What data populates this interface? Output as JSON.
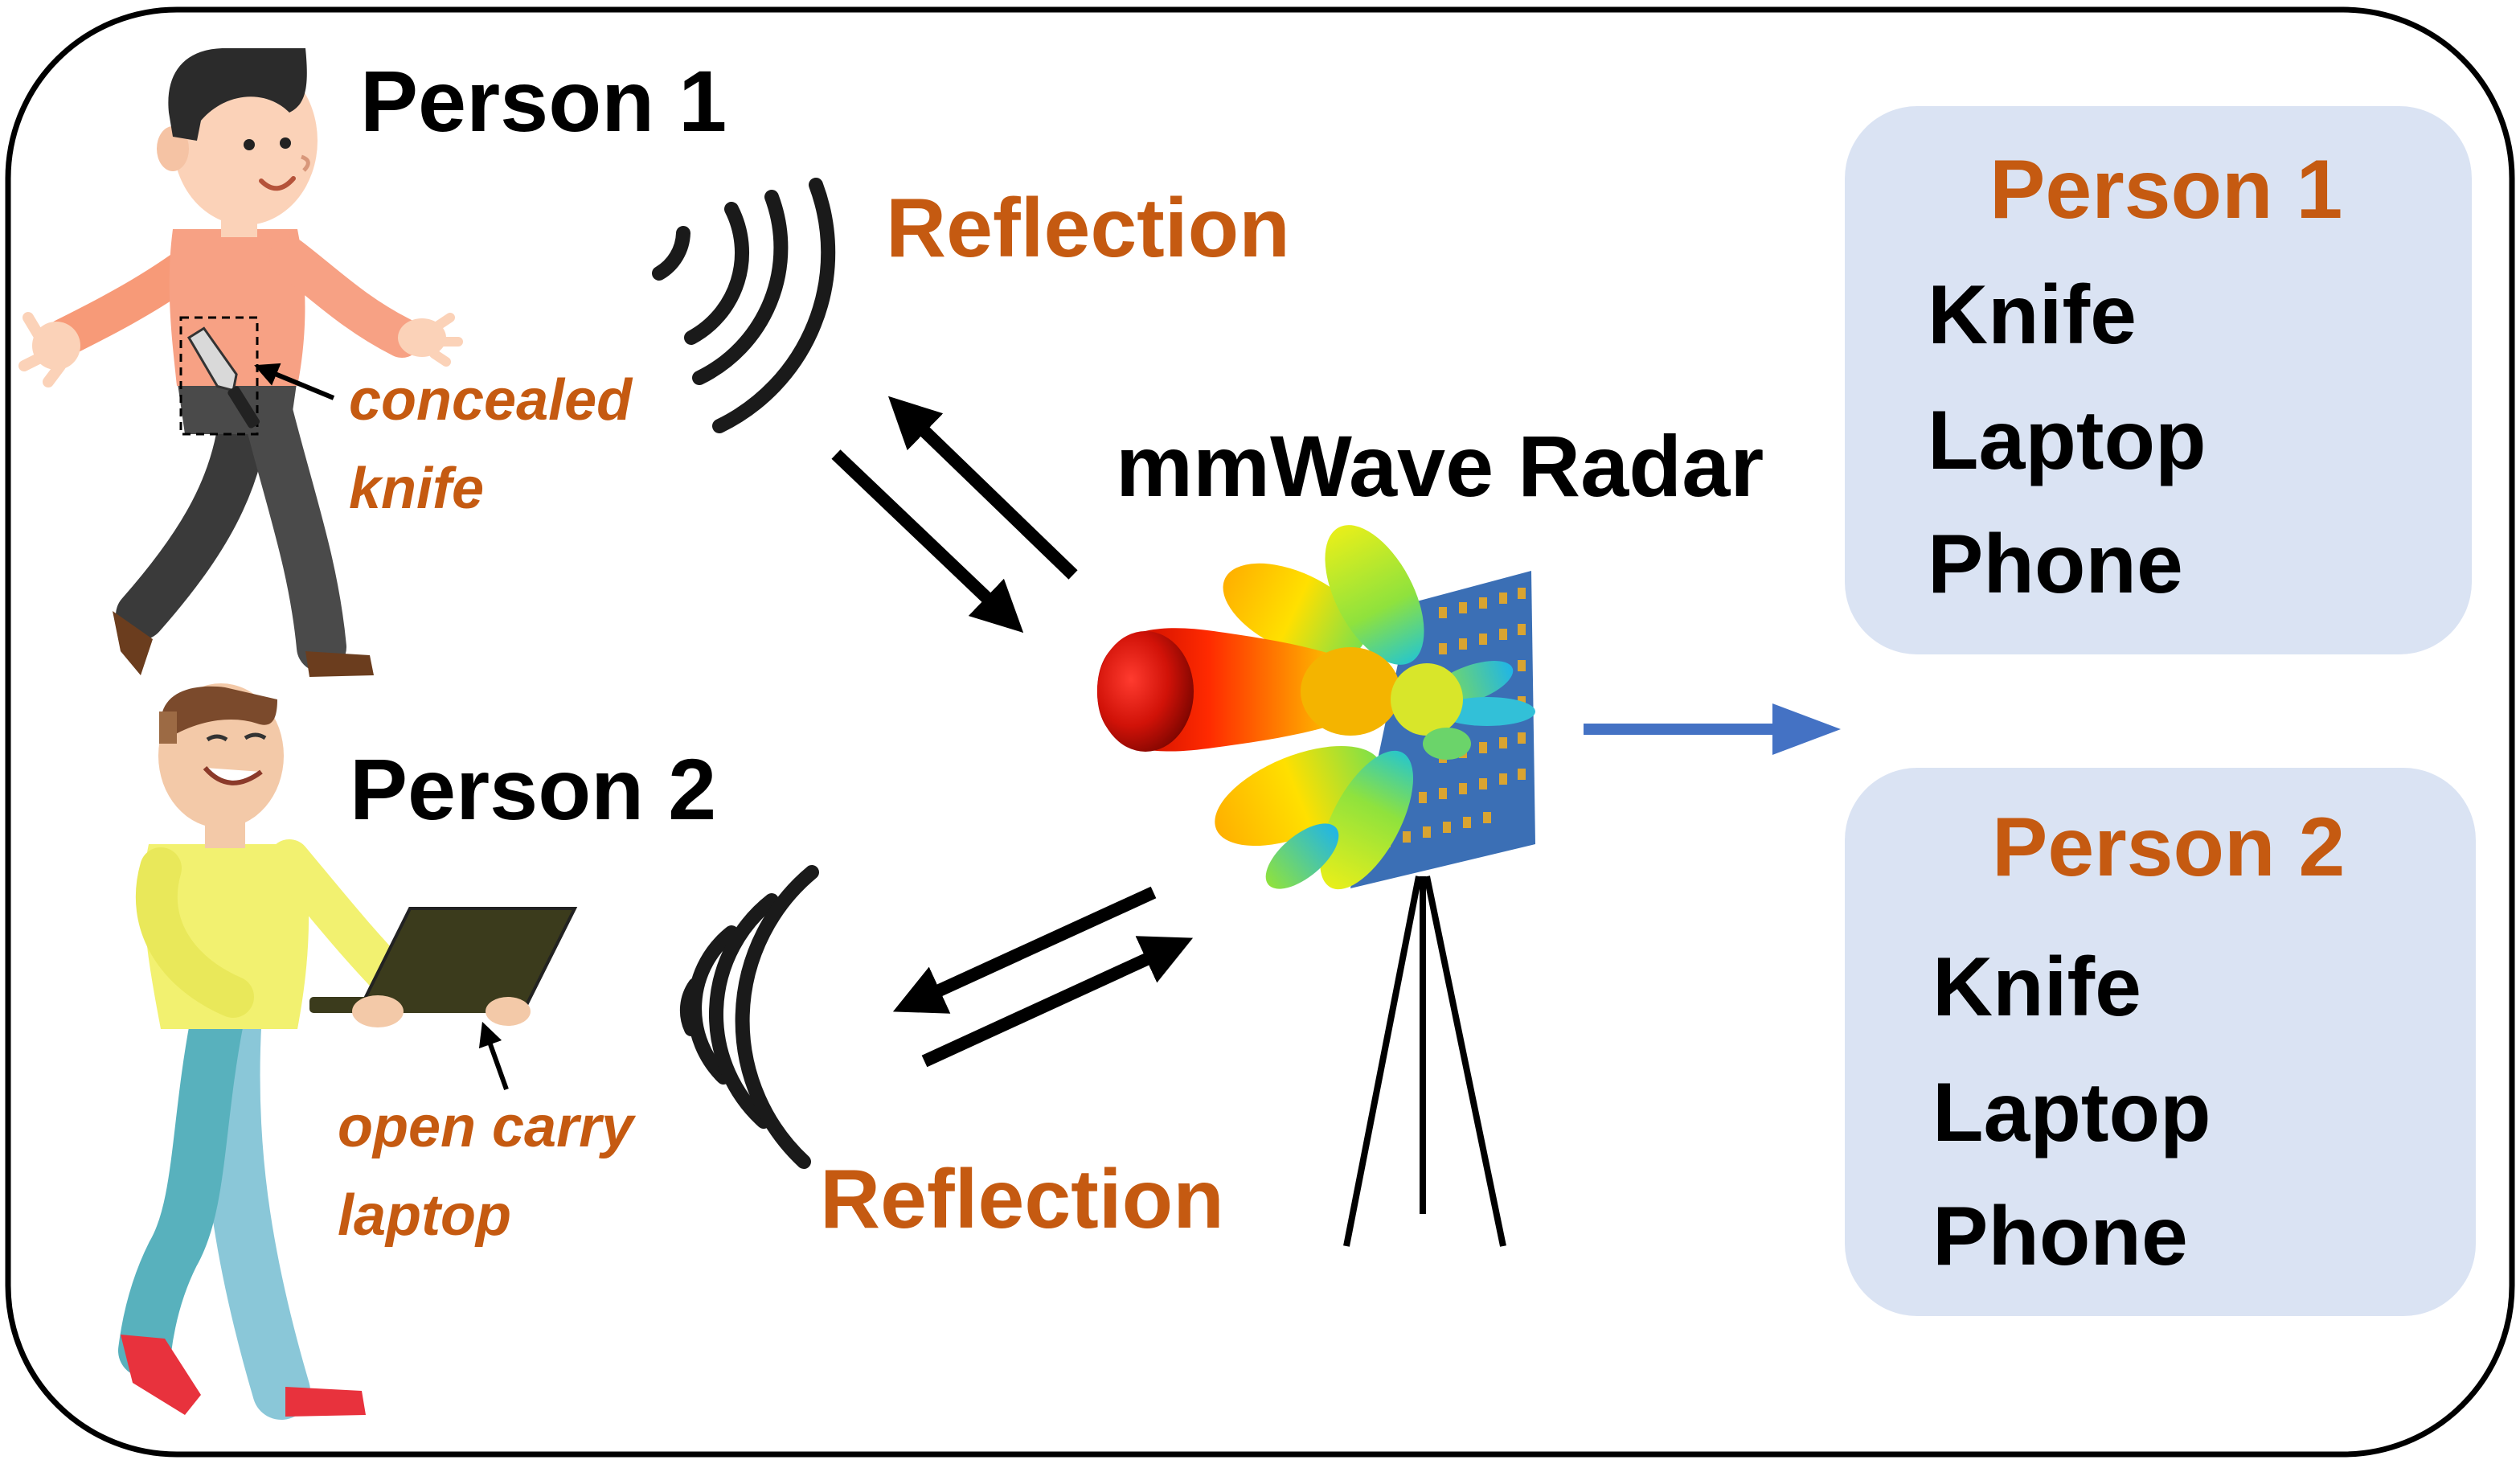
{
  "person1": {
    "label": "Person 1",
    "annotation_line1": "concealed",
    "annotation_line2": "knife",
    "reflection": "Reflection"
  },
  "person2": {
    "label": "Person 2",
    "annotation_line1": "open carry",
    "annotation_line2": "laptop",
    "reflection": "Reflection"
  },
  "radar": {
    "label": "mmWave Radar"
  },
  "results": [
    {
      "title": "Person 1",
      "items": [
        "Knife",
        "Laptop",
        "Phone"
      ],
      "checked": "Knife"
    },
    {
      "title": "Person 2",
      "items": [
        "Knife",
        "Laptop",
        "Phone"
      ],
      "checked": "Laptop"
    }
  ],
  "colors": {
    "accent": "#C55A11",
    "box_fill": "#DAE3F3",
    "check": "#FF0000",
    "output_arrow": "#4472C4",
    "frame": "#000000"
  },
  "icons": {
    "output": "arrow-right-icon",
    "check": "checkmark-icon",
    "signal": "wave-icon"
  }
}
